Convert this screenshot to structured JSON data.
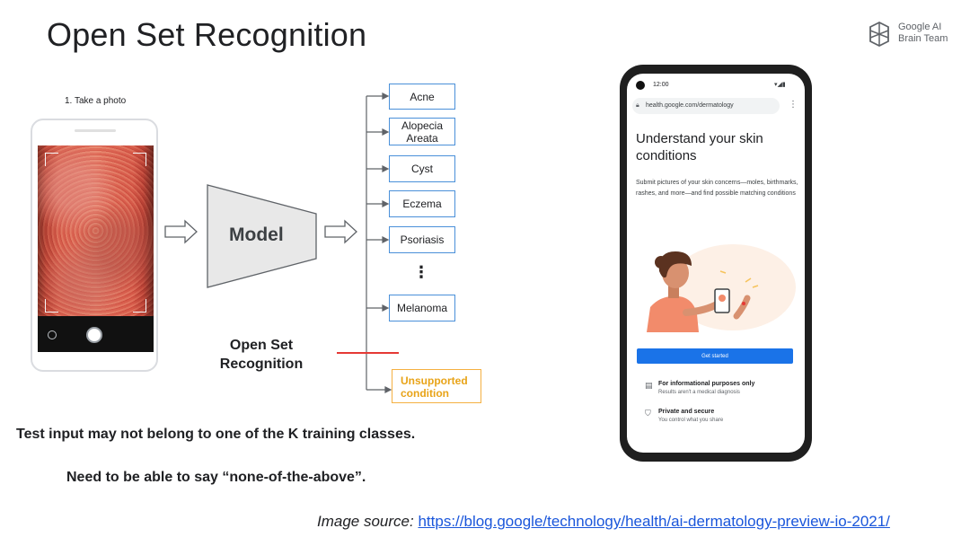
{
  "slide": {
    "title": "Open Set Recognition",
    "logo_line1": "Google AI",
    "logo_line2": "Brain Team",
    "take_photo": "1. Take a photo",
    "model_label": "Model",
    "osr_label": "Open Set Recognition",
    "classes": [
      {
        "line1": "Acne",
        "line2": ""
      },
      {
        "line1": "Alopecia",
        "line2": "Areata"
      },
      {
        "line1": "Cyst",
        "line2": ""
      },
      {
        "line1": "Eczema",
        "line2": ""
      },
      {
        "line1": "Psoriasis",
        "line2": ""
      },
      {
        "line1": "Melanoma",
        "line2": ""
      }
    ],
    "ellipsis": "⋮",
    "unsupported_line1": "Unsupported",
    "unsupported_line2": "condition",
    "statement_1": "Test input may not belong to one of the K training classes.",
    "statement_2": "Need to be able to say “none-of-the-above”.",
    "source_label": "Image source:",
    "source_url": "https://blog.google/technology/health/ai-dermatology-preview-io-2021/"
  },
  "phone_app": {
    "time": "12:00",
    "status_icons": "▾◢▮",
    "url": "health.google.com/dermatology",
    "heading": "Understand your skin conditions",
    "subtext": "Submit pictures of your skin concerns—moles, birthmarks, rashes, and more—and find possible matching conditions",
    "button": "Get started",
    "info1_title": "For informational purposes only",
    "info1_sub": "Results aren't a medical diagnosis",
    "info2_title": "Private and secure",
    "info2_sub": "You control what you share"
  },
  "colors": {
    "class_border": "#4a90d9",
    "unsupported": "#e8a317",
    "osr_line": "#e53935",
    "link": "#1a56db",
    "primary_button": "#1a73e8"
  }
}
